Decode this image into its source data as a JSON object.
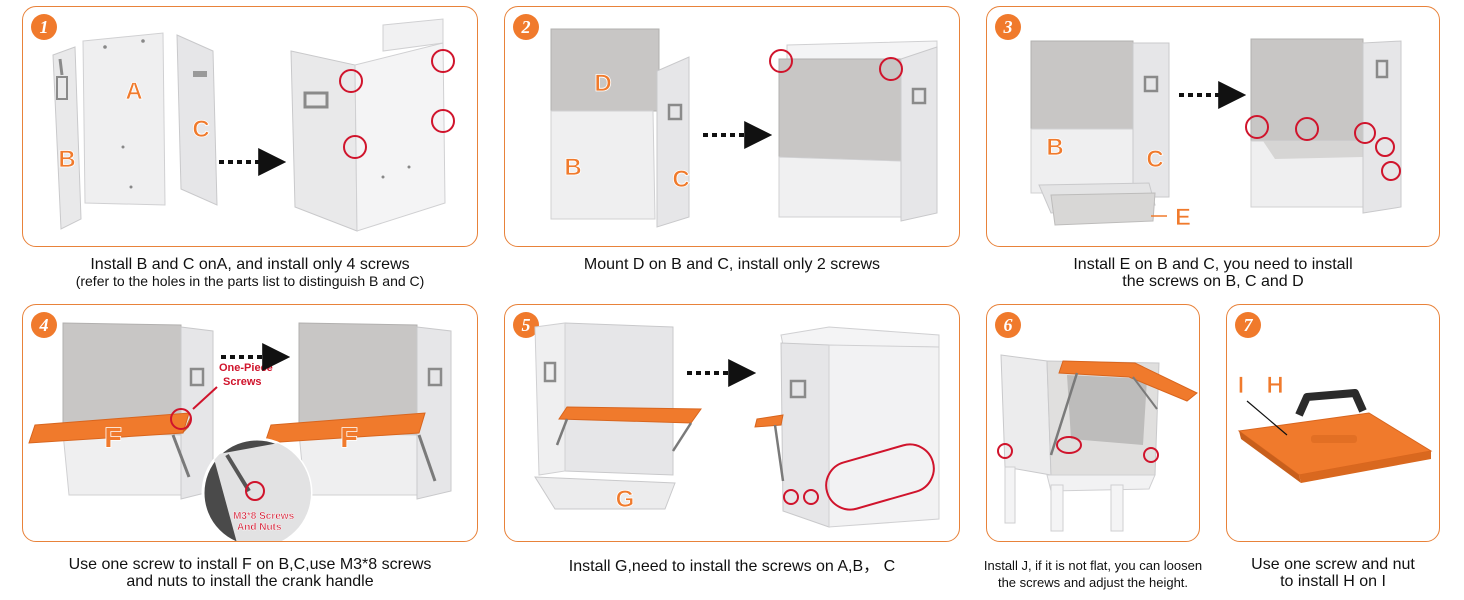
{
  "accent_color": "#f07a2c",
  "highlight_color": "#d0142c",
  "steps": [
    {
      "number": "1",
      "part_labels": [
        "A",
        "B",
        "C"
      ],
      "caption_line1": "Install B and C onA, and install only 4 screws",
      "caption_line2": "(refer to the holes in the parts list to distinguish B and C)"
    },
    {
      "number": "2",
      "part_labels": [
        "D",
        "B",
        "C"
      ],
      "caption_line1": "Mount D on B and C, install only 2 screws"
    },
    {
      "number": "3",
      "part_labels": [
        "B",
        "C",
        "E"
      ],
      "caption_line1": "Install E on B and C, you need to install",
      "caption_line2": "the screws on B, C and D"
    },
    {
      "number": "4",
      "part_labels": [
        "F",
        "F"
      ],
      "callout_label_line1": "One-Piece",
      "callout_label_line2": "Screws",
      "inset_label_line1": "M3*8 Screws",
      "inset_label_line2": "And Nuts",
      "caption_line1": "Use one screw to install F on B,C,use M3*8 screws",
      "caption_line2": "and nuts to install the crank handle"
    },
    {
      "number": "5",
      "part_labels": [
        "G"
      ],
      "caption_line1": "Install G,need to install the screws on A,B， C"
    },
    {
      "number": "6",
      "caption_line1": "Install J, if it is not flat, you can loosen",
      "caption_line2": "the screws and adjust the height."
    },
    {
      "number": "7",
      "part_labels": [
        "I",
        "H"
      ],
      "caption_line1": "Use one screw and nut",
      "caption_line2": "to install H on I"
    }
  ]
}
